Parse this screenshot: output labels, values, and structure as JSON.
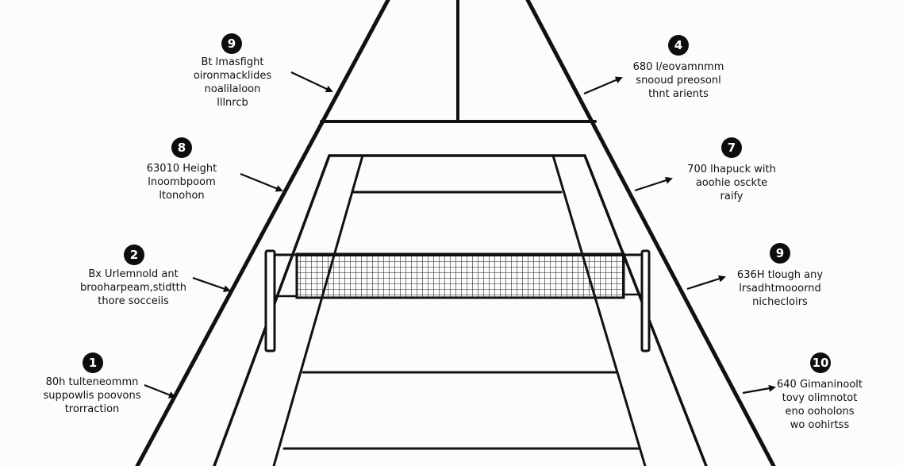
{
  "colors": {
    "background": "#fbfcfc",
    "ink": "#0d0d0d"
  },
  "callouts": [
    {
      "number": "9",
      "lines": [
        "Bt lmasfight",
        "oironmacklides",
        "noalilaloon",
        "lllnrcb"
      ]
    },
    {
      "number": "8",
      "lines": [
        "63010 Height",
        "lnoombpoom",
        "ltonohon"
      ]
    },
    {
      "number": "2",
      "lines": [
        "Bx Urlemnold ant",
        "brooharpeam,stidtth",
        "thore socceiis"
      ]
    },
    {
      "number": "1",
      "lines": [
        "80h tulteneommn",
        "suppowlis poovons",
        "trorraction"
      ]
    },
    {
      "number": "4",
      "lines": [
        "680 l/eovamnmm",
        "snooud preosonl",
        "thnt arients"
      ]
    },
    {
      "number": "7",
      "lines": [
        "700 lhapuck with",
        "aoohie osckte",
        "raify"
      ]
    },
    {
      "number": "9",
      "lines": [
        "636H tlough any",
        "lrsadhtmooornd",
        "nichecloirs"
      ]
    },
    {
      "number": "10",
      "lines": [
        "640 Gimaninoolt",
        "tovy olimnotot",
        "eno ooholons",
        "wo oohirtss"
      ]
    }
  ]
}
